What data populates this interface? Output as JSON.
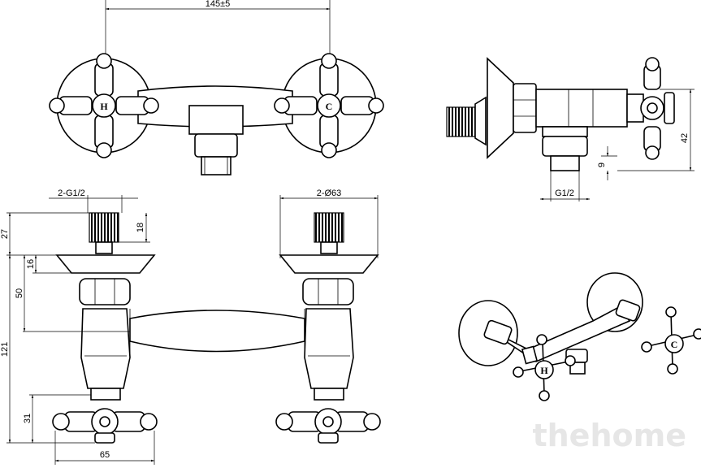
{
  "dimensions": {
    "top_width": "145±5",
    "thread_left": "2-G1/2",
    "rosette_diameter": "2-Ø63",
    "right_height": "42",
    "right_offset": "9",
    "right_thread": "G1/2",
    "v27": "27",
    "v18": "18",
    "v16": "16",
    "v50": "50",
    "v121": "121",
    "v31": "31",
    "v65": "65"
  },
  "handle_labels": {
    "hot": "H",
    "cold": "C"
  },
  "watermark": "thehome"
}
